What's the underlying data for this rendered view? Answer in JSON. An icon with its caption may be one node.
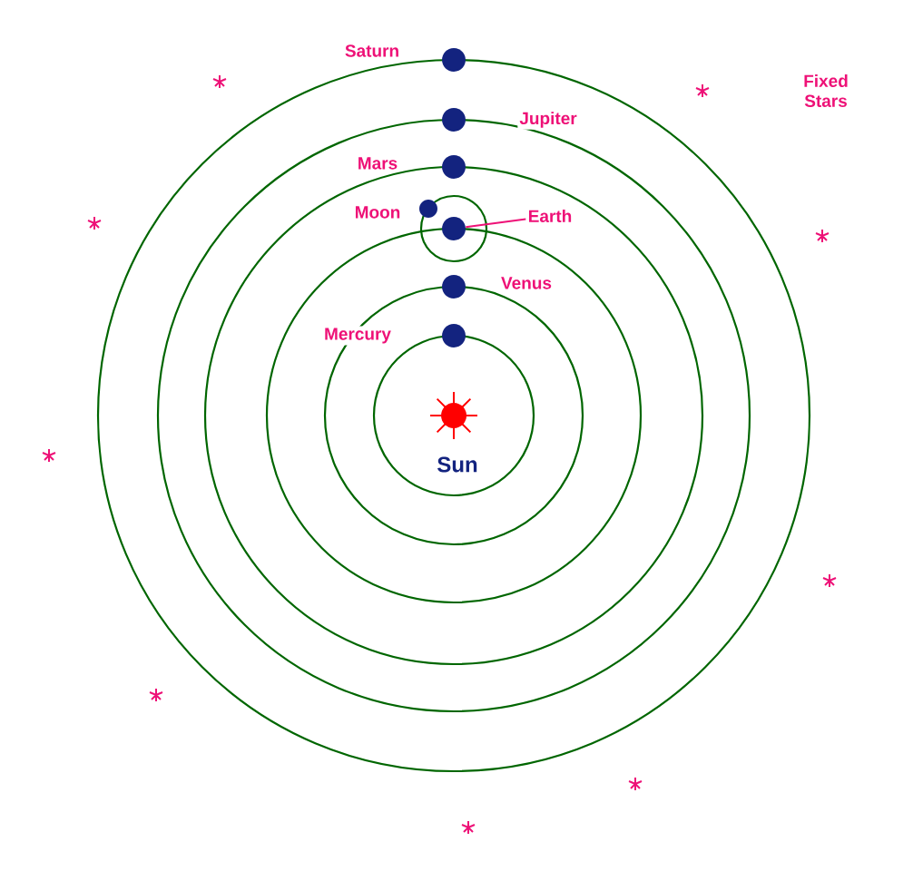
{
  "diagram": {
    "nodes": [
      {
        "text": [],
        "shape": "circle",
        "beside": [
          "Saturn"
        ]
      },
      {
        "text": [],
        "shape": "circle",
        "beside": [
          "Jupiter"
        ]
      },
      {
        "text": [],
        "shape": "circle",
        "beside": [
          "Mars"
        ]
      },
      {
        "text": [],
        "shape": "circle",
        "beside": [
          "Moon"
        ]
      },
      {
        "text": [
          "Earth"
        ]
      },
      {
        "text": [],
        "shape": "circle"
      },
      {
        "text": [],
        "shape": "circle",
        "beside": [
          "Venus"
        ]
      },
      {
        "text": [],
        "shape": "circle",
        "beside": [
          "Mercury"
        ]
      }
    ],
    "edges": [
      {
        "from": 4,
        "to": 5,
        "arrow": "none",
        "color": "#ee1177"
      }
    ],
    "labels": [
      "Fixed Stars",
      "Sun"
    ]
  }
}
